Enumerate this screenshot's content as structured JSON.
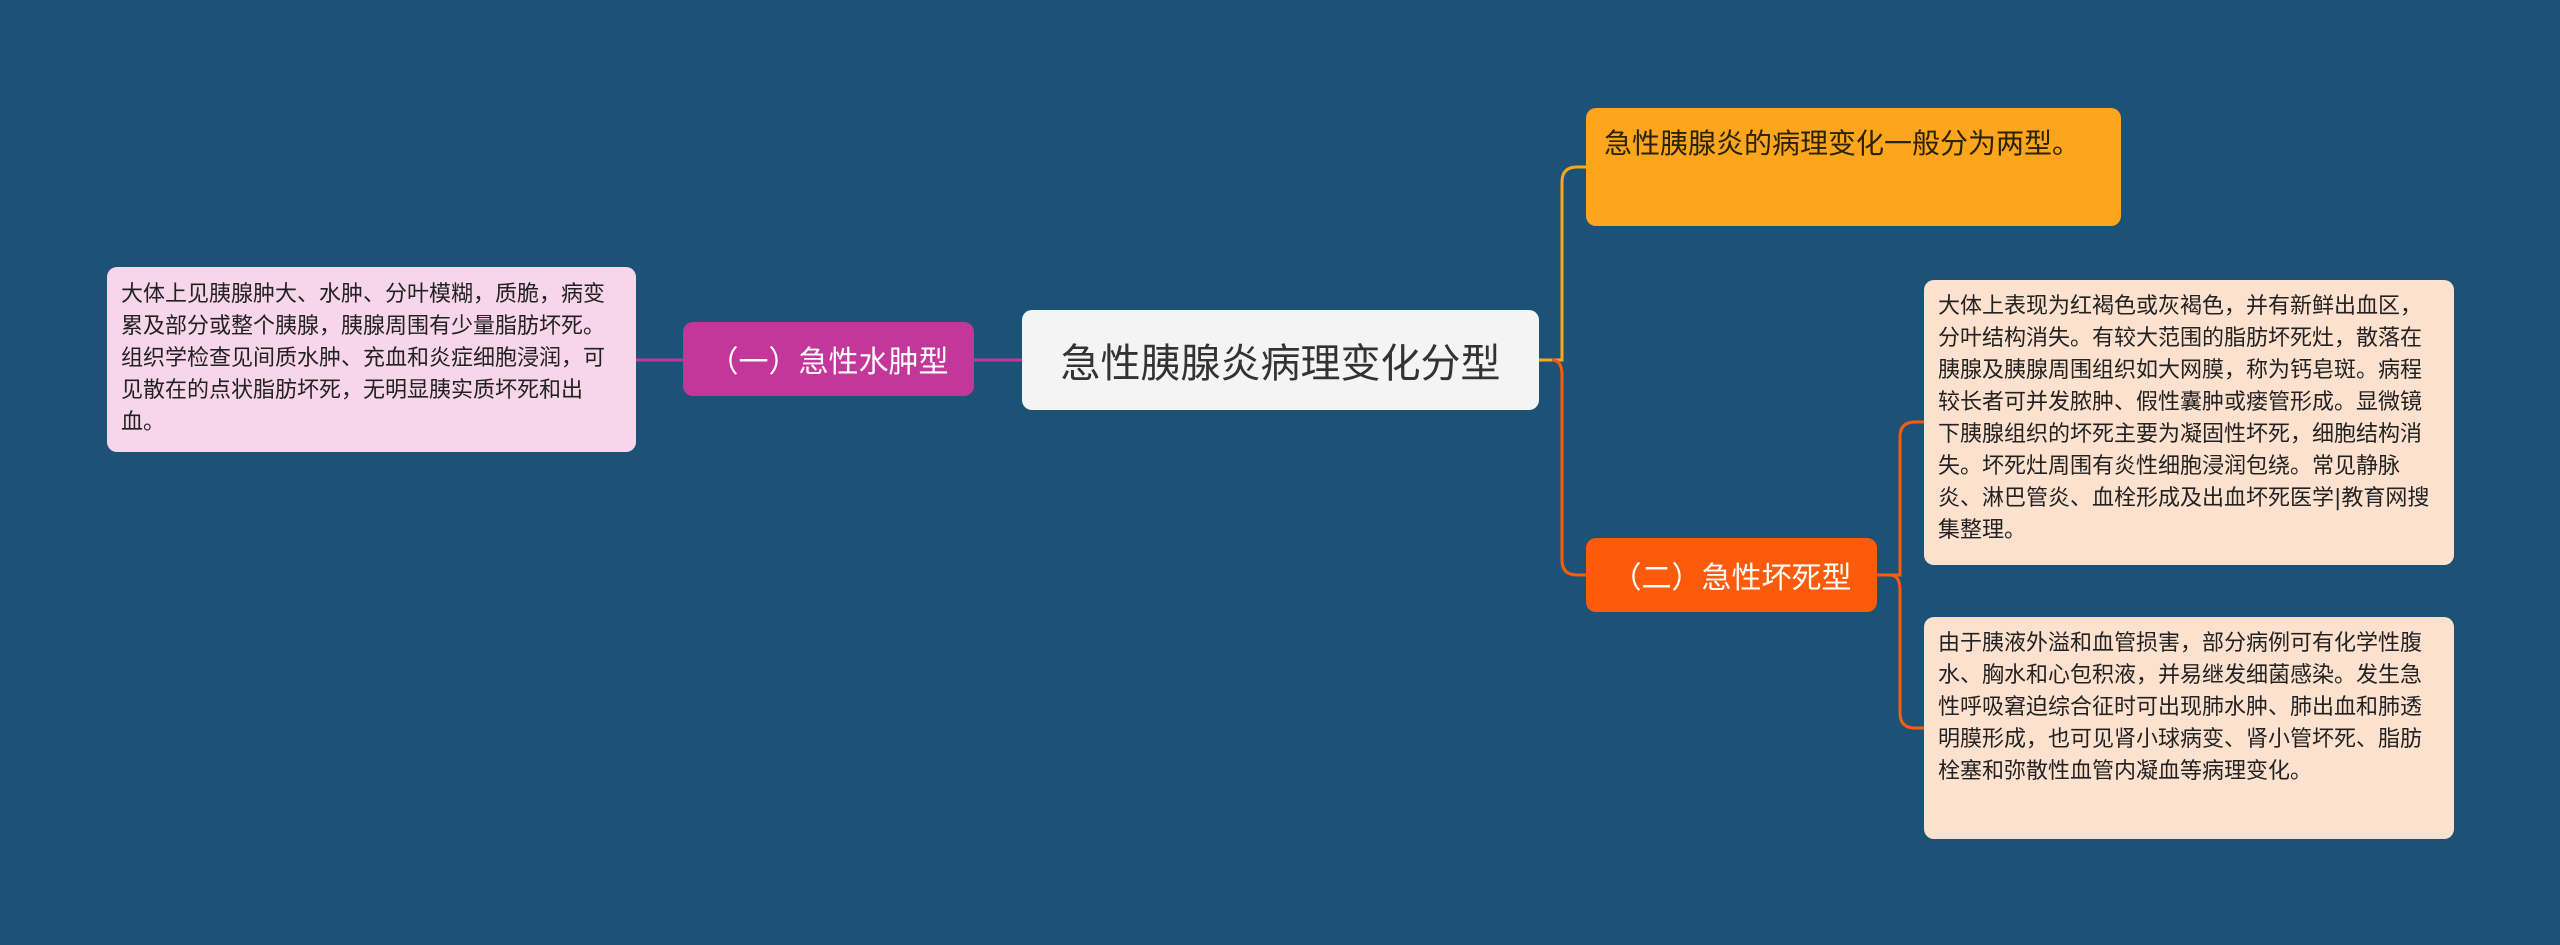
{
  "mindmap": {
    "root": {
      "label": "急性胰腺炎病理变化分型"
    },
    "branch_left": {
      "label": "（一）急性水肿型",
      "detail": "大体上见胰腺肿大、水肿、分叶模糊，质脆，病变累及部分或整个胰腺，胰腺周围有少量脂肪坏死。组织学检查见间质水肿、充血和炎症细胞浸润，可见散在的点状脂肪坏死，无明显胰实质坏死和出血。"
    },
    "branch_top": {
      "label": "急性胰腺炎的病理变化一般分为两型。"
    },
    "branch_bottom": {
      "label": "（二）急性坏死型",
      "detail_1": "大体上表现为红褐色或灰褐色，并有新鲜出血区，分叶结构消失。有较大范围的脂肪坏死灶，散落在胰腺及胰腺周围组织如大网膜，称为钙皂斑。病程较长者可并发脓肿、假性囊肿或瘘管形成。显微镜下胰腺组织的坏死主要为凝固性坏死，细胞结构消失。坏死灶周围有炎性细胞浸润包绕。常见静脉炎、淋巴管炎、血栓形成及出血坏死医学|教育网搜集整理。",
      "detail_2": "由于胰液外溢和血管损害，部分病例可有化学性腹水、胸水和心包积液，并易继发细菌感染。发生急性呼吸窘迫综合征时可出现肺水肿、肺出血和肺透明膜形成，也可见肾小球病变、肾小管坏死、脂肪栓塞和弥散性血管内凝血等病理变化。"
    }
  },
  "colors": {
    "background": "#1b5276",
    "root": "#f4f4f4",
    "left_branch": "#c4379a",
    "left_leaf": "#f7d5ea",
    "top_branch": "#fda51c",
    "bottom_branch": "#fb5b0b",
    "right_leaf": "#fde1cf"
  }
}
